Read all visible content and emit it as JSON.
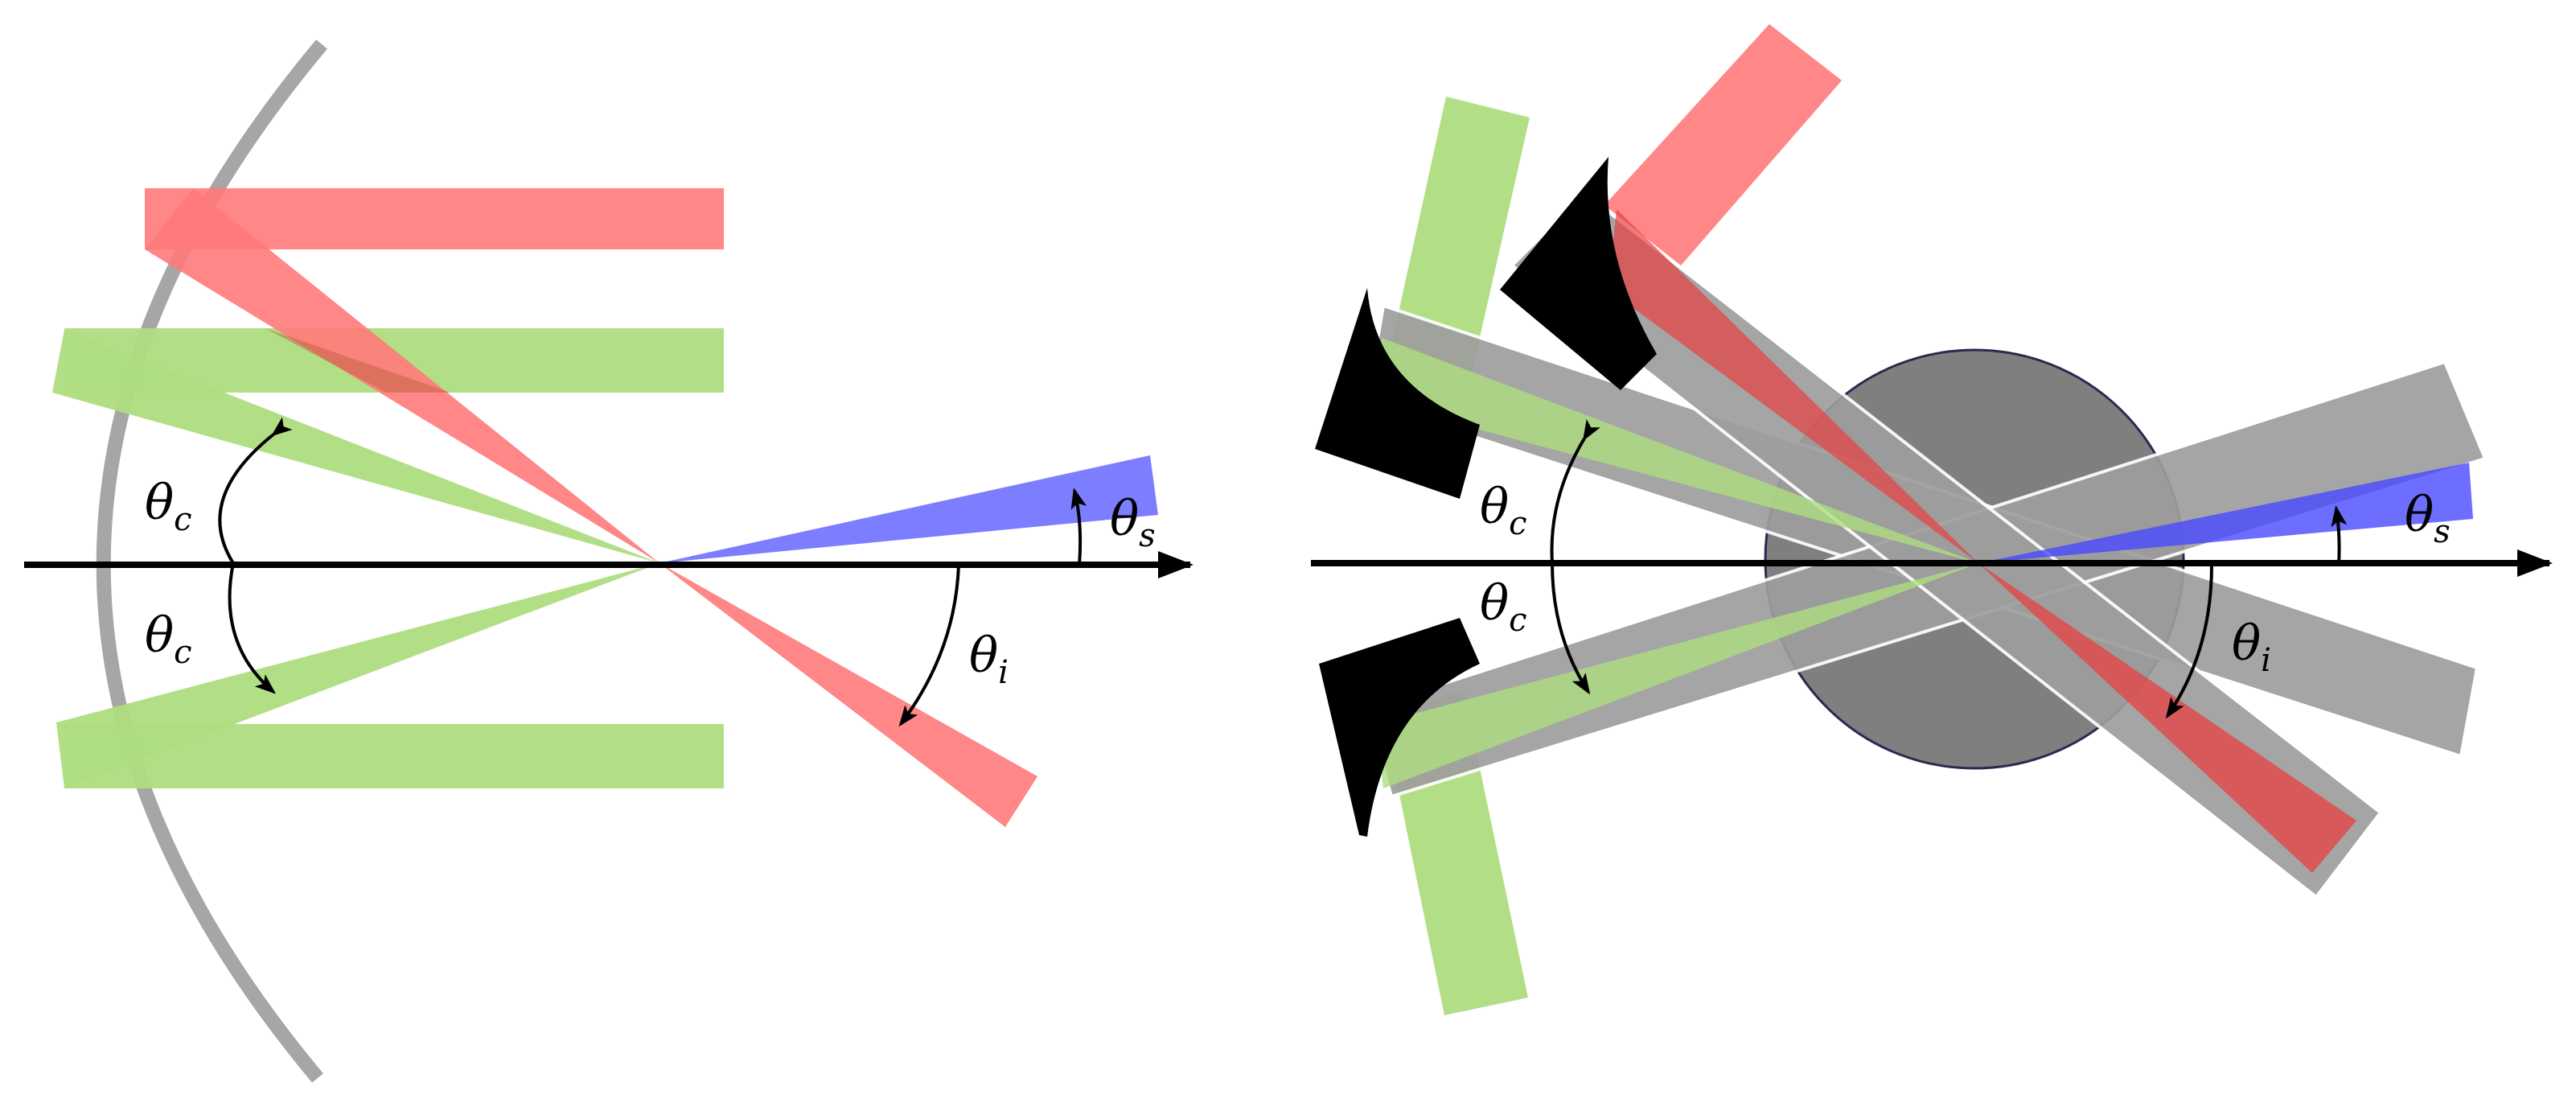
{
  "left_panel": {
    "labels": {
      "theta_c_upper": {
        "main": "θ",
        "sub": "c"
      },
      "theta_c_lower": {
        "main": "θ",
        "sub": "c"
      },
      "theta_i": {
        "main": "θ",
        "sub": "i"
      },
      "theta_s": {
        "main": "θ",
        "sub": "s"
      }
    }
  },
  "right_panel": {
    "labels": {
      "theta_c_upper": {
        "main": "θ",
        "sub": "c"
      },
      "theta_c_lower": {
        "main": "θ",
        "sub": "c"
      },
      "theta_i": {
        "main": "θ",
        "sub": "i"
      },
      "theta_s": {
        "main": "θ",
        "sub": "s"
      }
    }
  },
  "colors": {
    "red_beam": "#ff7a7a",
    "green_beam": "#aedd80",
    "blue_beam": "#7676ff",
    "mirror": "#a6a6a6",
    "gray_beam": "#9e9e9e",
    "sample": "#7f7f7f",
    "black_mirror": "#000000",
    "axis": "#000000"
  }
}
